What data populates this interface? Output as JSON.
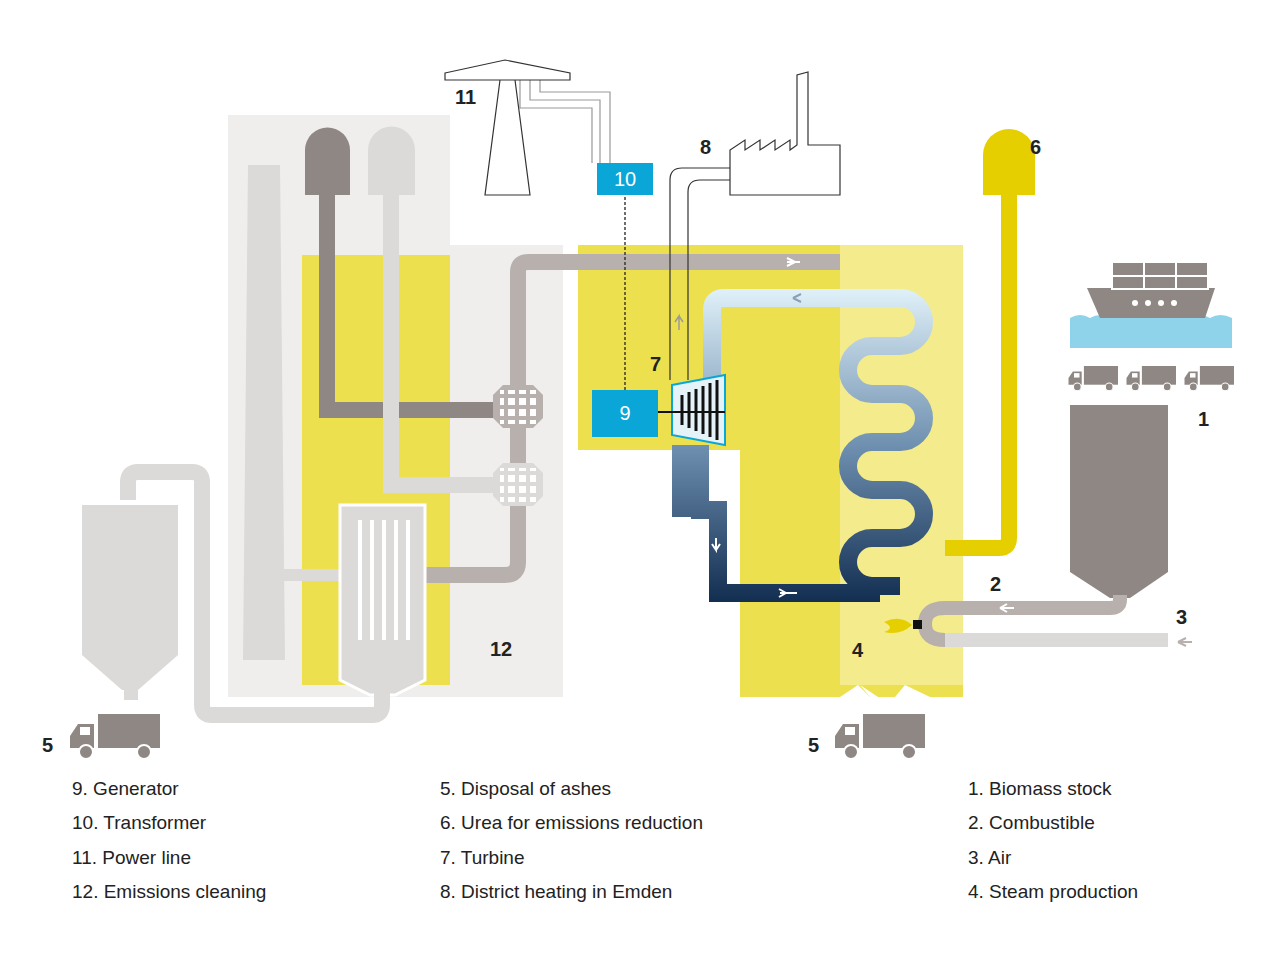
{
  "diagram": {
    "nodes": [
      {
        "text": [
          "10"
        ]
      },
      {
        "text": [
          "9"
        ]
      }
    ],
    "edges": [
      {
        "from": 1,
        "to": 0,
        "arrow": "none"
      }
    ],
    "labels": [
      "11",
      "8",
      "6",
      "7",
      "1",
      "2",
      "3",
      "4",
      "12",
      "5",
      "5",
      "1. Biomass stock",
      "2. Combustible",
      "3. Air",
      "4. Steam production",
      "5. Disposal of ashes",
      "6. Urea for emissions reduction",
      "7. Turbine",
      "8. District heating in Emden",
      "9. Generator",
      "10. Transformer",
      "11. Power line",
      "12. Emissions cleaning"
    ]
  }
}
